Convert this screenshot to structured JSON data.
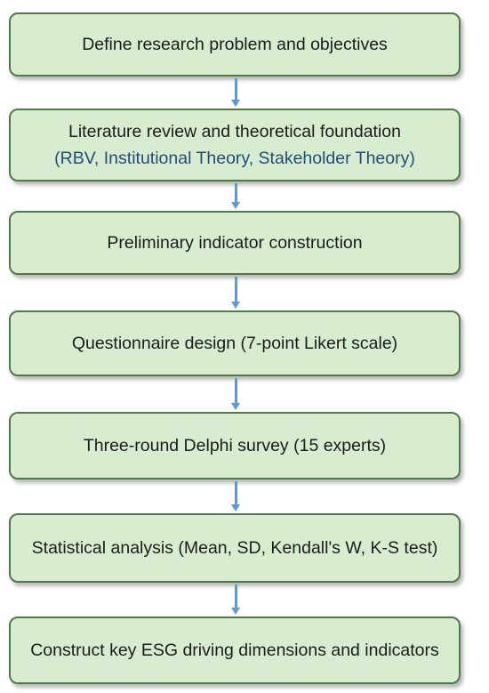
{
  "flowchart": {
    "steps": [
      {
        "label": "Define research problem and objectives"
      },
      {
        "label": "Literature review and theoretical foundation",
        "sub": "(RBV, Institutional Theory, Stakeholder Theory)"
      },
      {
        "label": "Preliminary indicator construction"
      },
      {
        "label": "Questionnaire design (7-point Likert scale)"
      },
      {
        "label": "Three-round Delphi survey (15 experts)"
      },
      {
        "label": "Statistical analysis (Mean, SD, Kendall's W, K-S test)"
      },
      {
        "label": "Construct key ESG driving dimensions and indicators"
      }
    ],
    "colors": {
      "box_fill": "#d8ecd0",
      "box_border": "#4f7a45",
      "sub_text": "#1f4e79",
      "arrow": "#5b9bd5"
    }
  }
}
